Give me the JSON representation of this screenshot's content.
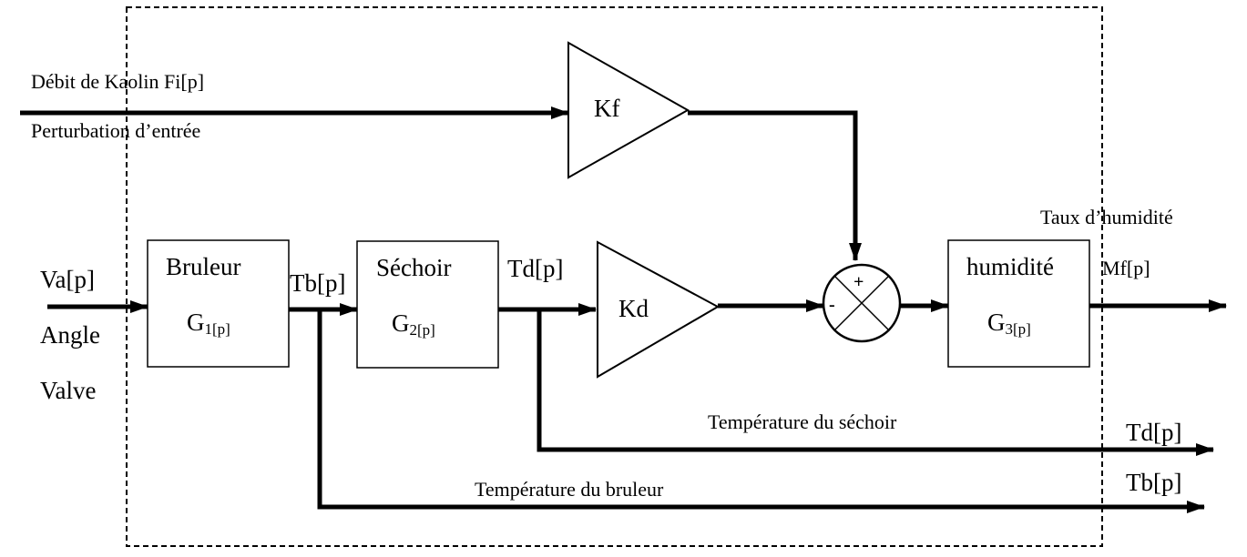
{
  "labels": {
    "kaolin_input": "Débit de Kaolin Fi[p]",
    "input_disturbance": "Perturbation d’entrée",
    "va": "Va[p]",
    "angle": "Angle",
    "valve": "Valve",
    "tb_mid": "Tb[p]",
    "td_mid": "Td[p]",
    "humidity_rate": "Taux d’humidité",
    "mf": "Mf[p]",
    "dryer_temperature": "Température du séchoir",
    "burner_temperature": "Température du bruleur",
    "td_out": "Td[p]",
    "tb_out": "Tb[p]"
  },
  "blocks": {
    "burner": {
      "name": "Bruleur",
      "tf": "G",
      "sub": "1[p]"
    },
    "dryer": {
      "name": "Séchoir",
      "tf": "G",
      "sub": "2[p]"
    },
    "humidity": {
      "name": "humidité",
      "tf": "G",
      "sub": "3[p]"
    }
  },
  "gains": {
    "kf": "Kf",
    "kd": "Kd"
  },
  "summer": {
    "plus": "+",
    "minus": "-"
  },
  "colors": {
    "line": "#000000",
    "background": "#ffffff"
  }
}
